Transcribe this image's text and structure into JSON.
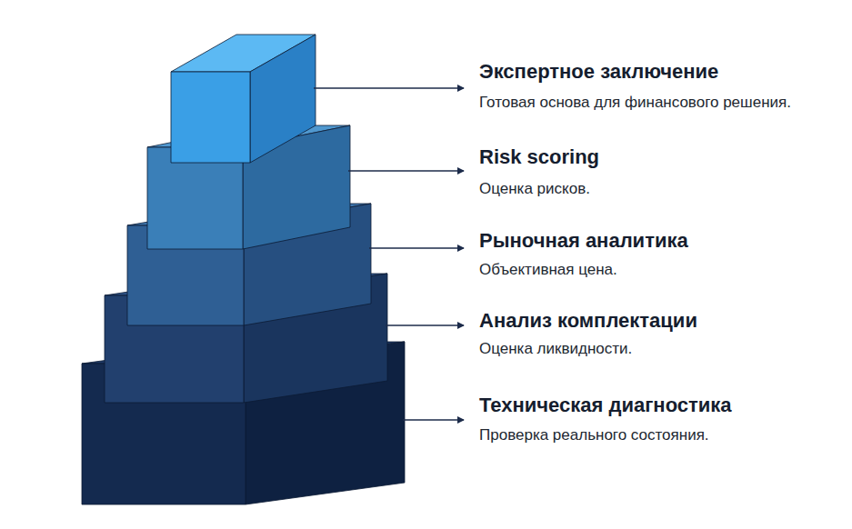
{
  "diagram": {
    "labels": [
      "Экспертное заключение",
      "Готовая основа для финансового решения.",
      "Risk scoring",
      "Оценка рисков.",
      "Рыночная аналитика",
      "Объективная цена.",
      "Анализ комплектации",
      "Оценка ликвидности.",
      "Техническая диагностика",
      "Проверка реального состояния."
    ]
  }
}
